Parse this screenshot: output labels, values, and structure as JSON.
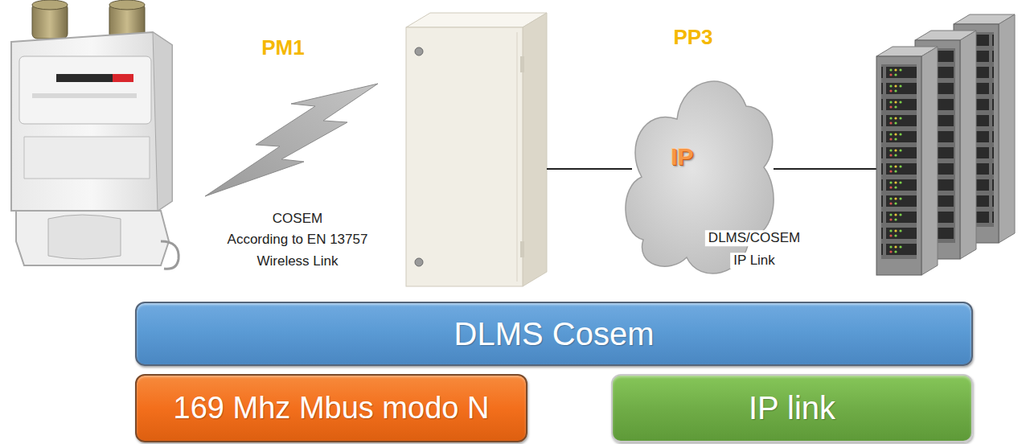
{
  "diagram": {
    "nodes": [
      {
        "text": [
          "IP"
        ]
      },
      {
        "text": [
          "DLMS Cosem"
        ]
      },
      {
        "text": [
          "169 Mhz Mbus modo N"
        ]
      },
      {
        "text": [
          "IP link"
        ]
      }
    ],
    "labels": [
      "PM1",
      "COSEM",
      "According to EN 13757",
      "Wireless Link",
      "PP3",
      "DLMS/COSEM",
      "IP Link"
    ]
  }
}
